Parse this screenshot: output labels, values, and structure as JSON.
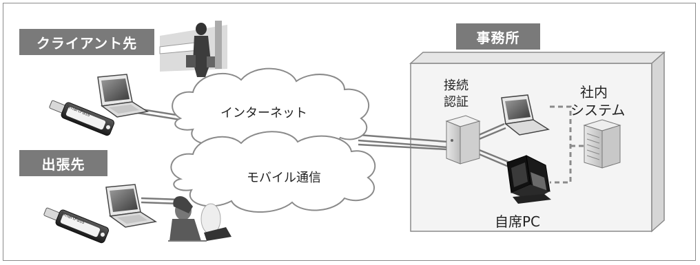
{
  "labels": {
    "client": "クライアント先",
    "trip": "出張先",
    "office": "事務所",
    "internet": "インターネット",
    "mobile": "モバイル通信",
    "auth_line1": "接続",
    "auth_line2": "認証",
    "system_line1": "社内",
    "system_line2": "システム",
    "own_pc": "自席PC",
    "usb_brand": "SmartPass"
  },
  "colors": {
    "tag_bg": "#7a7a7a",
    "line": "#7a7a7a",
    "dashed": "#8a8a8a",
    "office_fill": "#f4f4f4",
    "cloud_fill": "#ffffff"
  },
  "icons": [
    "usb-key-icon",
    "laptop-icon",
    "server-icon",
    "desktop-pc-icon",
    "traveler-photo",
    "person-photo"
  ]
}
